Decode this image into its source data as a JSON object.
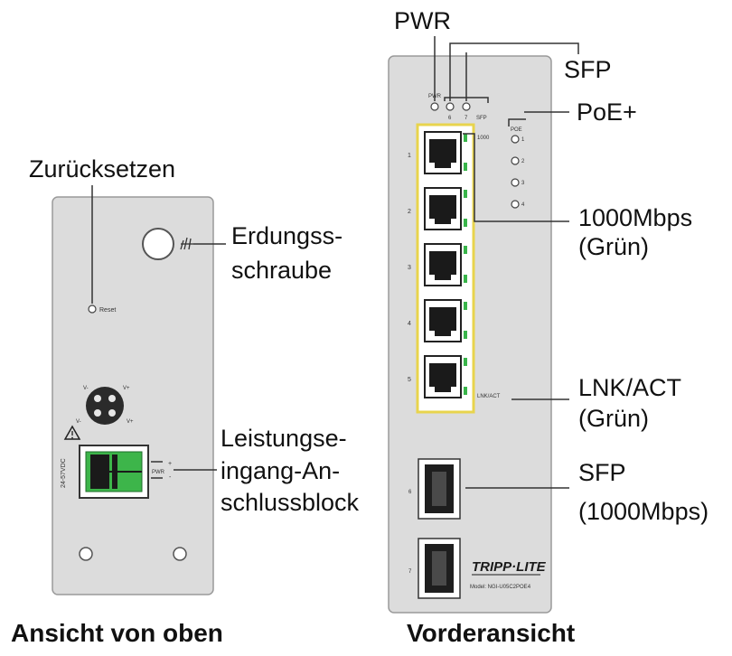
{
  "header_fragment": "",
  "top_view": {
    "caption": "Ansicht von oben",
    "labels": {
      "reset": "Zurücksetzen",
      "ground_1": "Erdungss-",
      "ground_2": "schraube",
      "power_1": "Leistungse-",
      "power_2": "ingang-An-",
      "power_3": "schlussblock"
    },
    "silk": {
      "reset": "Reset",
      "voltage": "24-57VDC",
      "pwr": "PWR"
    }
  },
  "front_view": {
    "caption": "Vorderansicht",
    "labels": {
      "pwr": "PWR",
      "sfp_led": "SFP",
      "poe": "PoE+",
      "gbps_1": "1000Mbps",
      "gbps_2": "(Grün)",
      "lnk_1": "LNK/ACT",
      "lnk_2": "(Grün)",
      "sfp_port_1": "SFP",
      "sfp_port_2": "(1000Mbps)"
    },
    "silk": {
      "pwr": "PWR",
      "led6": "6",
      "led7": "7",
      "sfp": "SFP",
      "g1000": "1000",
      "poe": "POE",
      "poe_ports": [
        "1",
        "2",
        "3",
        "4"
      ],
      "rj45_ports": [
        "1",
        "2",
        "3",
        "4",
        "5"
      ],
      "sfp_ports": [
        "6",
        "7"
      ],
      "lnkact": "LNK/ACT",
      "brand": "TRIPP·LITE",
      "model": "Model: NGI-U05C2POE4"
    }
  },
  "colors": {
    "panel": "#dcdcdc",
    "terminal_green": "#3db54a",
    "led_green": "#39b54a",
    "port_frame_yellow": "#e8d44d"
  }
}
